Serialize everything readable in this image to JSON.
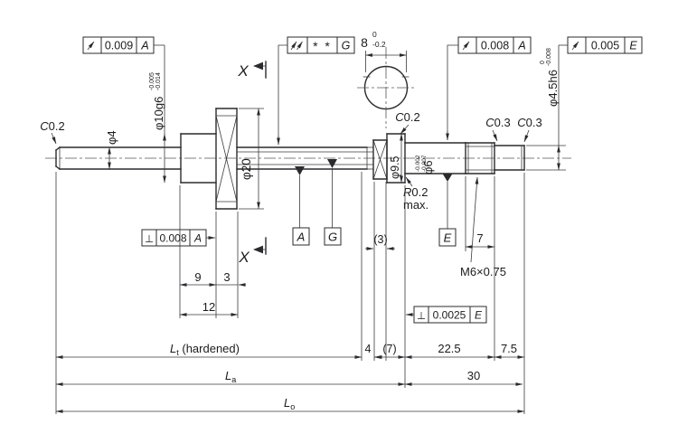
{
  "drawing": {
    "fcf": {
      "f1": {
        "icon": "circular-runout-icon",
        "value": "0.009",
        "datum": "A"
      },
      "f2": {
        "icon": "total-runout-icon",
        "value": "* *",
        "datum": "G"
      },
      "f3": {
        "icon": "circular-runout-icon",
        "value": "0.008",
        "datum": "A"
      },
      "f4": {
        "icon": "circular-runout-icon",
        "value": "0.005",
        "datum": "E"
      },
      "f5": {
        "icon": "perpendicularity-icon",
        "symbol": "⊥",
        "value": "0.008",
        "datum": "A"
      },
      "f6": {
        "icon": "perpendicularity-icon",
        "symbol": "⊥",
        "value": "0.0025",
        "datum": "E"
      }
    },
    "datums": {
      "a": "A",
      "g": "G",
      "e": "E"
    },
    "section": {
      "label": "X"
    },
    "dia": {
      "d4": {
        "label": "φ4"
      },
      "d10": {
        "label": "φ10g6",
        "tol_u": "-0.005",
        "tol_l": "-0.014"
      },
      "d20": {
        "label": "φ20"
      },
      "d95": {
        "label": "φ9.5"
      },
      "d6": {
        "label": "φ6",
        "tol_u": "-0.002",
        "tol_l": "-0.007"
      },
      "d45": {
        "label": "φ4.5h6",
        "tol_u": "0",
        "tol_l": "-0.008"
      },
      "w8": {
        "label": "8",
        "tol_u": "0",
        "tol_l": "-0.2"
      }
    },
    "chamfer": {
      "c1": {
        "prefix": "C",
        "value": "0.2"
      },
      "c2": {
        "prefix": "C",
        "value": "0.2"
      },
      "c3": {
        "prefix": "C",
        "value": "0.3"
      },
      "c4": {
        "prefix": "C",
        "value": "0.3"
      }
    },
    "fillet": {
      "prefix": "R",
      "value": "0.2",
      "note": "max."
    },
    "thread": {
      "label": "M6×0.75"
    },
    "dims": {
      "n9": "9",
      "n3": "3",
      "n12": "12",
      "p3": "(3)",
      "n7": "7",
      "n4": "4",
      "p7": "(7)",
      "n22_5": "22.5",
      "n7_5": "7.5",
      "n30": "30"
    },
    "lengths": {
      "lt": {
        "prefix": "L",
        "sub": "t",
        "suffix": " (hardened)"
      },
      "la": {
        "prefix": "L",
        "sub": "a"
      },
      "lo": {
        "prefix": "L",
        "sub": "o"
      }
    }
  }
}
